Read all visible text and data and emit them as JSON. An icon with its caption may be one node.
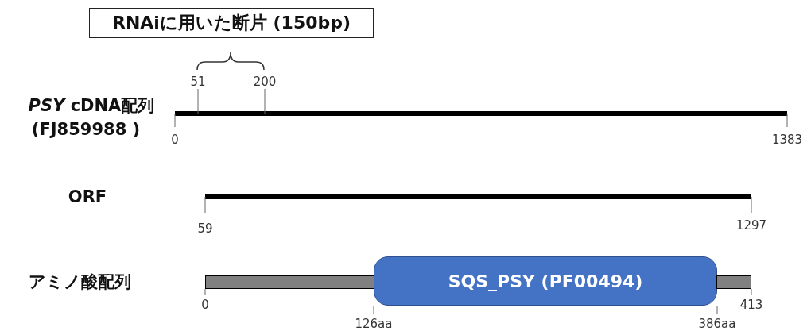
{
  "diagram": {
    "nodes": [
      {
        "text": [
          "RNAiに用いた断片 (150bp)"
        ]
      },
      {
        "text": [],
        "shape": "bar"
      },
      {
        "text": [
          "SQS_PSY (PF00494)"
        ]
      },
      {
        "text": [],
        "shape": "bar"
      }
    ],
    "labels": [
      "51",
      "200",
      "*PSY* cDNA配列",
      "(FJ859988 )",
      "0",
      "1383",
      "ORF",
      "59",
      "1297",
      "アミノ酸配列",
      "0",
      "413",
      "126aa",
      "386aa"
    ]
  }
}
